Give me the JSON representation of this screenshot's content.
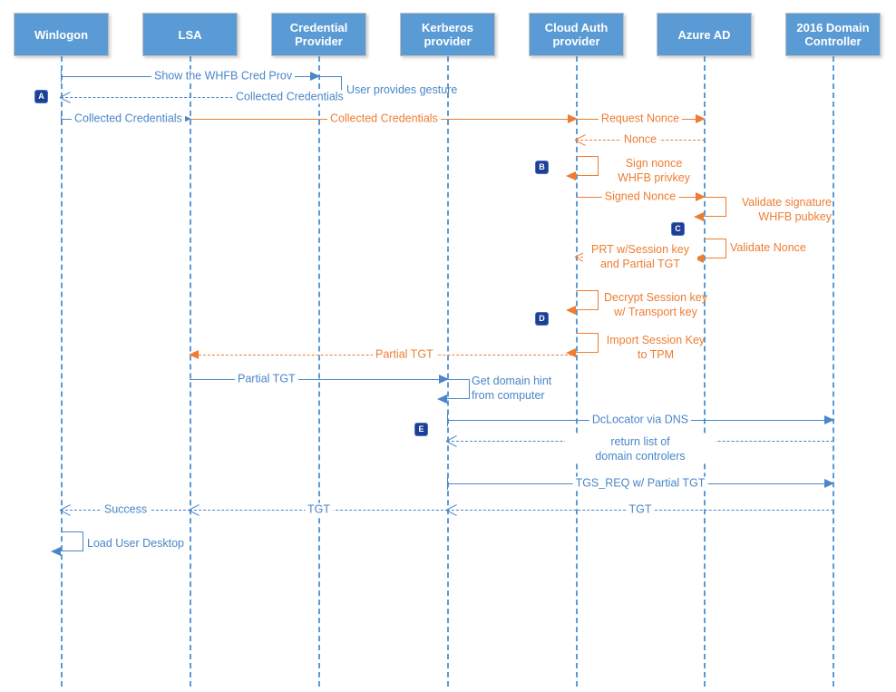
{
  "diagram": {
    "title": "Windows Hello for Business sign-in sequence",
    "colors": {
      "participant_fill": "#5B9BD5",
      "blue_flow": "#4A86C8",
      "orange_flow": "#ED7D31",
      "badge_fill": "#1F3F94",
      "badge_border": "#4472C4"
    }
  },
  "participants": [
    {
      "id": "winlogon",
      "label": "Winlogon"
    },
    {
      "id": "lsa",
      "label": "LSA"
    },
    {
      "id": "credprov",
      "label": "Credential\nProvider"
    },
    {
      "id": "kerberos",
      "label": "Kerberos\nprovider"
    },
    {
      "id": "cloudauth",
      "label": "Cloud Auth\nprovider"
    },
    {
      "id": "azuread",
      "label": "Azure AD"
    },
    {
      "id": "dc2016",
      "label": "2016 Domain\nController"
    }
  ],
  "badges": [
    {
      "id": "badge-a",
      "label": "A"
    },
    {
      "id": "badge-b",
      "label": "B"
    },
    {
      "id": "badge-c",
      "label": "C"
    },
    {
      "id": "badge-d",
      "label": "D"
    },
    {
      "id": "badge-e",
      "label": "E"
    }
  ],
  "messages": [
    {
      "id": "m01",
      "label": "Show the WHFB Cred Prov",
      "from": "winlogon",
      "to": "credprov",
      "style": "solid",
      "color": "blue"
    },
    {
      "id": "m02",
      "label": "Collected Credentials",
      "from": "credprov",
      "to": "winlogon",
      "style": "dashed",
      "color": "blue"
    },
    {
      "id": "m03",
      "label": "Collected Credentials",
      "from": "winlogon",
      "to": "lsa",
      "style": "solid",
      "color": "blue"
    },
    {
      "id": "m04",
      "label": "Collected Credentials",
      "from": "lsa",
      "to": "cloudauth",
      "style": "solid",
      "color": "orange"
    },
    {
      "id": "m05",
      "label": "Request Nonce",
      "from": "cloudauth",
      "to": "azuread",
      "style": "solid",
      "color": "orange"
    },
    {
      "id": "m06",
      "label": "Nonce",
      "from": "azuread",
      "to": "cloudauth",
      "style": "dashed",
      "color": "orange"
    },
    {
      "id": "m07",
      "label": "Signed Nonce",
      "from": "cloudauth",
      "to": "azuread",
      "style": "solid",
      "color": "orange"
    },
    {
      "id": "m08",
      "label": "PRT w/Session key\nand Partial TGT",
      "from": "azuread",
      "to": "cloudauth",
      "style": "dashed",
      "color": "orange"
    },
    {
      "id": "m09",
      "label": "Partial TGT",
      "from": "cloudauth",
      "to": "lsa",
      "style": "dashed",
      "color": "orange"
    },
    {
      "id": "m10",
      "label": "Partial TGT",
      "from": "lsa",
      "to": "kerberos",
      "style": "solid",
      "color": "blue"
    },
    {
      "id": "m11",
      "label": "DcLocator via DNS",
      "from": "kerberos",
      "to": "dc2016",
      "style": "solid",
      "color": "blue"
    },
    {
      "id": "m12",
      "label": "return list of\ndomain controlers",
      "from": "dc2016",
      "to": "kerberos",
      "style": "dashed",
      "color": "blue"
    },
    {
      "id": "m13",
      "label": "TGS_REQ w/ Partial TGT",
      "from": "kerberos",
      "to": "dc2016",
      "style": "solid",
      "color": "blue"
    },
    {
      "id": "m14",
      "label": "TGT",
      "from": "dc2016",
      "to": "kerberos",
      "style": "dashed",
      "color": "blue"
    },
    {
      "id": "m15",
      "label": "TGT",
      "from": "kerberos",
      "to": "lsa",
      "style": "dashed",
      "color": "blue"
    },
    {
      "id": "m16",
      "label": "Success",
      "from": "lsa",
      "to": "winlogon",
      "style": "dashed",
      "color": "blue"
    }
  ],
  "self_calls": [
    {
      "id": "s01",
      "label": "User provides gesture",
      "on": "credprov",
      "color": "blue"
    },
    {
      "id": "s02",
      "label": "Sign nonce\nWHFB privkey",
      "on": "cloudauth",
      "color": "orange"
    },
    {
      "id": "s03",
      "label": "Validate signature\nWHFB pubkey",
      "on": "azuread",
      "color": "orange"
    },
    {
      "id": "s04",
      "label": "Validate Nonce",
      "on": "azuread",
      "color": "orange"
    },
    {
      "id": "s05",
      "label": "Decrypt Session key\nw/ Transport key",
      "on": "cloudauth",
      "color": "orange"
    },
    {
      "id": "s06",
      "label": "Import Session Key\nto TPM",
      "on": "cloudauth",
      "color": "orange"
    },
    {
      "id": "s07",
      "label": "Get domain hint\nfrom computer",
      "on": "kerberos",
      "color": "blue"
    },
    {
      "id": "s08",
      "label": "Load User Desktop",
      "on": "winlogon",
      "color": "blue"
    }
  ]
}
